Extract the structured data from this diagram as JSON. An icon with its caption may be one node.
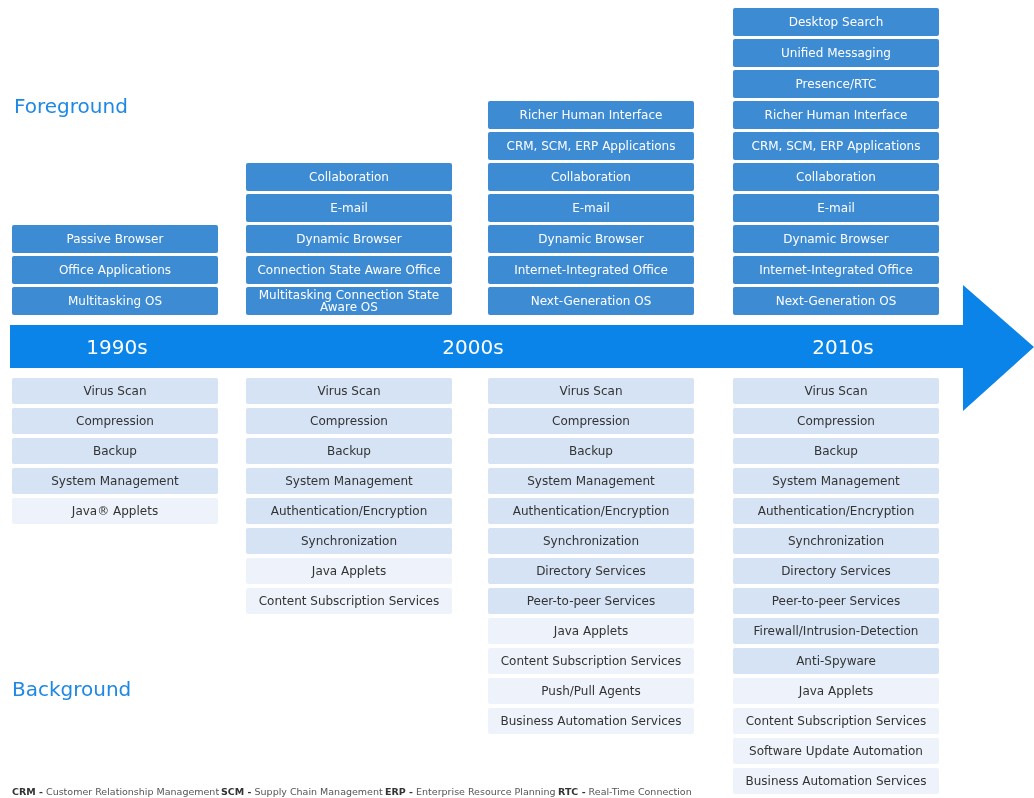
{
  "diagram": {
    "nodes": [
      {
        "text": [
          "1990s",
          "2000s",
          "2010s"
        ]
      },
      {
        "text": [
          "Passive Browser"
        ]
      },
      {
        "text": [
          "Office Applications"
        ]
      },
      {
        "text": [
          "Multitasking OS"
        ]
      },
      {
        "text": [
          "Virus Scan"
        ]
      },
      {
        "text": [
          "Compression"
        ]
      },
      {
        "text": [
          "Backup"
        ]
      },
      {
        "text": [
          "System Management"
        ]
      },
      {
        "text": [
          "Java® Applets"
        ]
      },
      {
        "text": [
          "Collaboration"
        ]
      },
      {
        "text": [
          "E-mail"
        ]
      },
      {
        "text": [
          "Dynamic Browser"
        ]
      },
      {
        "text": [
          "Connection State Aware Office"
        ]
      },
      {
        "text": [
          "Multitasking Connection State Aware OS"
        ]
      },
      {
        "text": [
          "Virus Scan"
        ]
      },
      {
        "text": [
          "Compression"
        ]
      },
      {
        "text": [
          "Backup"
        ]
      },
      {
        "text": [
          "System Management"
        ]
      },
      {
        "text": [
          "Authentication/Encryption"
        ]
      },
      {
        "text": [
          "Synchronization"
        ]
      },
      {
        "text": [
          "Java Applets"
        ]
      },
      {
        "text": [
          "Content Subscription Services"
        ]
      },
      {
        "text": [
          "Richer Human Interface"
        ]
      },
      {
        "text": [
          "CRM, SCM, ERP Applications"
        ]
      },
      {
        "text": [
          "Collaboration"
        ]
      },
      {
        "text": [
          "E-mail"
        ]
      },
      {
        "text": [
          "Dynamic Browser"
        ]
      },
      {
        "text": [
          "Internet-Integrated Office"
        ]
      },
      {
        "text": [
          "Next-Generation OS"
        ]
      },
      {
        "text": [
          "Virus Scan"
        ]
      },
      {
        "text": [
          "Compression"
        ]
      },
      {
        "text": [
          "Backup"
        ]
      },
      {
        "text": [
          "System Management"
        ]
      },
      {
        "text": [
          "Authentication/Encryption"
        ]
      },
      {
        "text": [
          "Synchronization"
        ]
      },
      {
        "text": [
          "Directory Services"
        ]
      },
      {
        "text": [
          "Peer-to-peer Services"
        ]
      },
      {
        "text": [
          "Java Applets"
        ]
      },
      {
        "text": [
          "Content Subscription Services"
        ]
      },
      {
        "text": [
          "Push/Pull Agents"
        ]
      },
      {
        "text": [
          "Business Automation Services"
        ]
      },
      {
        "text": [
          "Desktop Search"
        ]
      },
      {
        "text": [
          "Unified Messaging"
        ]
      },
      {
        "text": [
          "Presence/RTC"
        ]
      },
      {
        "text": [
          "Richer Human Interface"
        ]
      },
      {
        "text": [
          "CRM, SCM, ERP Applications"
        ]
      },
      {
        "text": [
          "Collaboration"
        ]
      },
      {
        "text": [
          "E-mail"
        ]
      },
      {
        "text": [
          "Dynamic Browser"
        ]
      },
      {
        "text": [
          "Internet-Integrated Office"
        ]
      },
      {
        "text": [
          "Next-Generation OS"
        ]
      },
      {
        "text": [
          "Virus Scan"
        ]
      },
      {
        "text": [
          "Compression"
        ]
      },
      {
        "text": [
          "Backup"
        ]
      },
      {
        "text": [
          "System Management"
        ]
      },
      {
        "text": [
          "Authentication/Encryption"
        ]
      },
      {
        "text": [
          "Synchronization"
        ]
      },
      {
        "text": [
          "Directory Services"
        ]
      },
      {
        "text": [
          "Peer-to-peer Services"
        ]
      },
      {
        "text": [
          "Firewall/Intrusion-Detection"
        ]
      },
      {
        "text": [
          "Anti-Spyware"
        ]
      },
      {
        "text": [
          "Java Applets"
        ]
      },
      {
        "text": [
          "Content Subscription Services"
        ]
      },
      {
        "text": [
          "Software Update Automation"
        ]
      },
      {
        "text": [
          "Business Automation Services"
        ]
      }
    ],
    "labels": [
      "Foreground",
      "Background",
      "**CRM -** Customer Relationship Management",
      "**SCM -** Supply Chain Management",
      "**ERP -** Enterprise Resource Planning",
      "**RTC -** Real-Time Connection"
    ]
  }
}
